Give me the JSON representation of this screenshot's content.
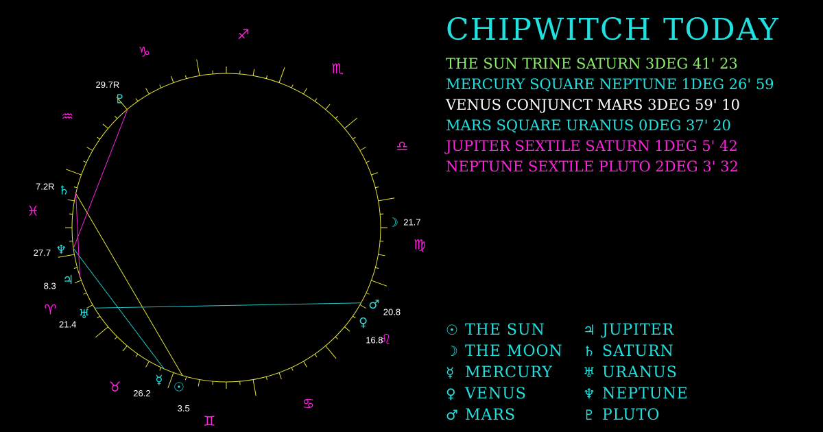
{
  "title": "CHIPWITCH TODAY",
  "colors": {
    "background": "#000000",
    "wheel": "#e6e63a",
    "sign": "#ff20e0",
    "planet": "#20e0e0",
    "label": "#ffffff",
    "green": "#88ee66",
    "cyan": "#20e0e0",
    "white": "#ffffff",
    "magenta": "#ff20e0"
  },
  "aspects": [
    {
      "text": "THE SUN TRINE SATURN 3DEG 41' 23",
      "color": "green"
    },
    {
      "text": "MERCURY SQUARE NEPTUNE 1DEG 26' 59",
      "color": "cyan"
    },
    {
      "text": "VENUS CONJUNCT MARS 3DEG 59' 10",
      "color": "white"
    },
    {
      "text": "MARS SQUARE URANUS 0DEG 37' 20",
      "color": "cyan"
    },
    {
      "text": "JUPITER SEXTILE SATURN 1DEG 5' 42",
      "color": "magenta"
    },
    {
      "text": "NEPTUNE SEXTILE PLUTO 2DEG 3' 32",
      "color": "magenta"
    }
  ],
  "signs": [
    {
      "name": "aries",
      "glyph": "♈"
    },
    {
      "name": "taurus",
      "glyph": "♉"
    },
    {
      "name": "gemini",
      "glyph": "♊"
    },
    {
      "name": "cancer",
      "glyph": "♋"
    },
    {
      "name": "leo",
      "glyph": "♌"
    },
    {
      "name": "virgo",
      "glyph": "♍"
    },
    {
      "name": "libra",
      "glyph": "♎"
    },
    {
      "name": "scorpio",
      "glyph": "♏"
    },
    {
      "name": "sagittarius",
      "glyph": "♐"
    },
    {
      "name": "capricorn",
      "glyph": "♑"
    },
    {
      "name": "aquarius",
      "glyph": "♒"
    },
    {
      "name": "pisces",
      "glyph": "♓"
    }
  ],
  "planets": [
    {
      "name": "sun",
      "glyph": "☉",
      "longitude": 63.5,
      "label": "3.5"
    },
    {
      "name": "moon",
      "glyph": "☽",
      "longitude": 171.7,
      "label": "21.7"
    },
    {
      "name": "mercury",
      "glyph": "☿",
      "longitude": 56.2,
      "label": "26.2"
    },
    {
      "name": "venus",
      "glyph": "♀",
      "longitude": 136.8,
      "label": "16.8"
    },
    {
      "name": "mars",
      "glyph": "♂",
      "longitude": 140.8,
      "label": "20.8"
    },
    {
      "name": "jupiter",
      "glyph": "♃",
      "longitude": 8.3,
      "label": "8.3"
    },
    {
      "name": "saturn",
      "glyph": "♄",
      "longitude": 337.2,
      "label": "7.2R"
    },
    {
      "name": "uranus",
      "glyph": "♅",
      "longitude": 21.4,
      "label": "21.4"
    },
    {
      "name": "neptune",
      "glyph": "♆",
      "longitude": 357.7,
      "label": "27.7"
    },
    {
      "name": "pluto",
      "glyph": "♇",
      "longitude": 299.7,
      "label": "29.7R"
    }
  ],
  "aspect_lines": [
    {
      "from": "sun",
      "to": "saturn",
      "color": "#e6e63a"
    },
    {
      "from": "mercury",
      "to": "neptune",
      "color": "#20c8c8"
    },
    {
      "from": "mars",
      "to": "uranus",
      "color": "#20c8c8"
    },
    {
      "from": "jupiter",
      "to": "saturn",
      "color": "#ff20e0"
    },
    {
      "from": "neptune",
      "to": "pluto",
      "color": "#ff20e0"
    }
  ],
  "legend": [
    {
      "glyph": "☉",
      "name": "THE SUN"
    },
    {
      "glyph": "☽",
      "name": "THE MOON"
    },
    {
      "glyph": "☿",
      "name": "MERCURY"
    },
    {
      "glyph": "♀",
      "name": "VENUS"
    },
    {
      "glyph": "♂",
      "name": "MARS"
    },
    {
      "glyph": "♃",
      "name": "JUPITER"
    },
    {
      "glyph": "♄",
      "name": "SATURN"
    },
    {
      "glyph": "♅",
      "name": "URANUS"
    },
    {
      "glyph": "♆",
      "name": "NEPTUNE"
    },
    {
      "glyph": "♇",
      "name": "PLUTO"
    }
  ]
}
